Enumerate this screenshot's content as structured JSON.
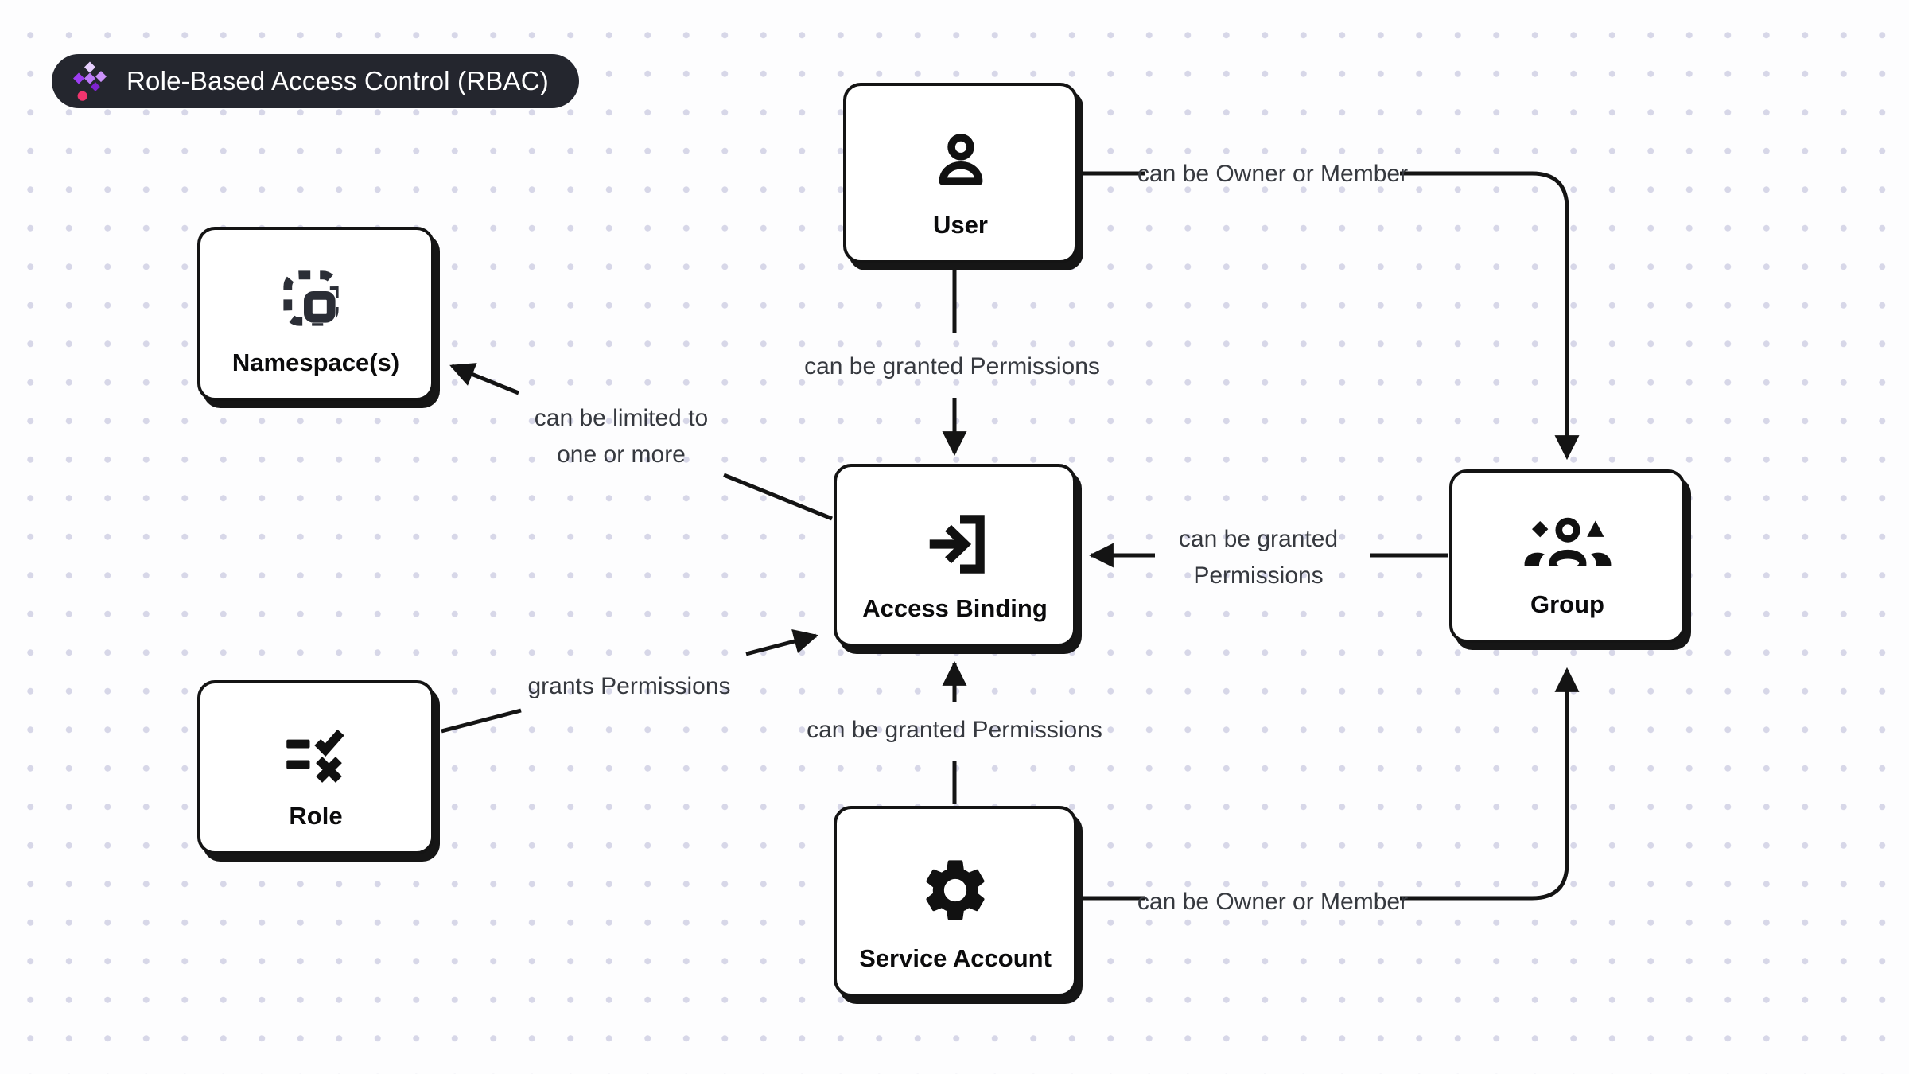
{
  "badge": {
    "title": "Role-Based Access Control (RBAC)",
    "logo_icon": "diamond-cluster-logo",
    "bg_color": "#24262e",
    "text_color": "#ffffff",
    "logo_colors": [
      "#e7d0fe",
      "#9d3df2",
      "#bb79f8",
      "#cb92fa",
      "#7e22ce",
      "#f0356e"
    ]
  },
  "nodes": {
    "user": {
      "label": "User",
      "icon": "person-icon"
    },
    "namespace": {
      "label": "Namespace(s)",
      "icon": "dashed-frame-icon"
    },
    "access_binding": {
      "label": "Access Binding",
      "icon": "sign-in-arrow-icon"
    },
    "group": {
      "label": "Group",
      "icon": "people-group-icon"
    },
    "role": {
      "label": "Role",
      "icon": "checklist-icon"
    },
    "service_account": {
      "label": "Service Account",
      "icon": "gear-icon"
    }
  },
  "edges": {
    "user_to_group": {
      "from": "User",
      "to": "Group",
      "label": "can be Owner or Member"
    },
    "user_to_access_binding": {
      "from": "User",
      "to": "Access Binding",
      "label": "can be granted Permissions"
    },
    "access_binding_to_namespace": {
      "from": "Access Binding",
      "to": "Namespace(s)",
      "label_line1": "can be limited to",
      "label_line2": "one or more"
    },
    "group_to_access_binding": {
      "from": "Group",
      "to": "Access Binding",
      "label_line1": "can be granted",
      "label_line2": "Permissions"
    },
    "role_to_access_binding": {
      "from": "Role",
      "to": "Access Binding",
      "label": "grants Permissions"
    },
    "service_account_to_access_binding": {
      "from": "Service Account",
      "to": "Access Binding",
      "label": "can be granted Permissions"
    },
    "service_account_to_group": {
      "from": "Service Account",
      "to": "Group",
      "label": "can be Owner or Member"
    }
  },
  "colors": {
    "background": "#fdfdfe",
    "grid_dot": "#d7d7e8",
    "line": "#141414",
    "edge_label_text": "#36393f",
    "node_border": "#141414",
    "node_bg": "#ffffff",
    "node_label_text": "#0b0b0c"
  }
}
